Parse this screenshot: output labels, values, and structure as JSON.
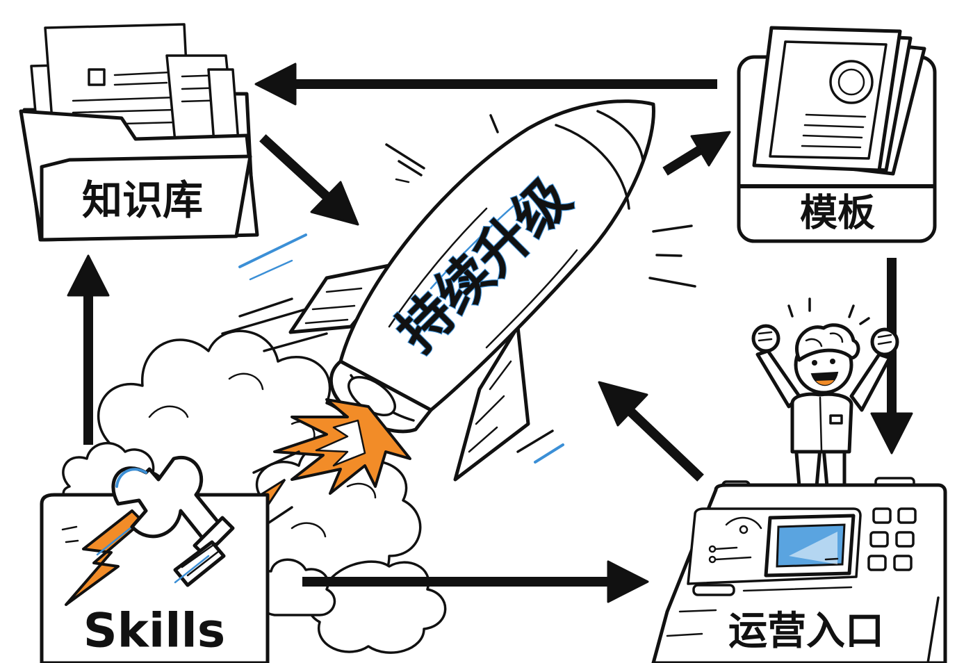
{
  "nodes": {
    "knowledge_base": {
      "label": "知识库"
    },
    "templates": {
      "label": "模板"
    },
    "operations_entry": {
      "label": "运营入口"
    },
    "skills": {
      "label": "Skills"
    }
  },
  "center": {
    "label": "持续升级"
  },
  "colors": {
    "ink": "#111111",
    "accent_blue": "#3b8fd6",
    "flame_orange": "#f28c28",
    "screen_blue": "#5aa4e0",
    "background": "#ffffff"
  },
  "icons": {
    "knowledge_base": "folder-icon",
    "templates": "cards-icon",
    "operations_entry": "control-console-icon",
    "skills": "wrench-icon",
    "center": "rocket-icon"
  }
}
